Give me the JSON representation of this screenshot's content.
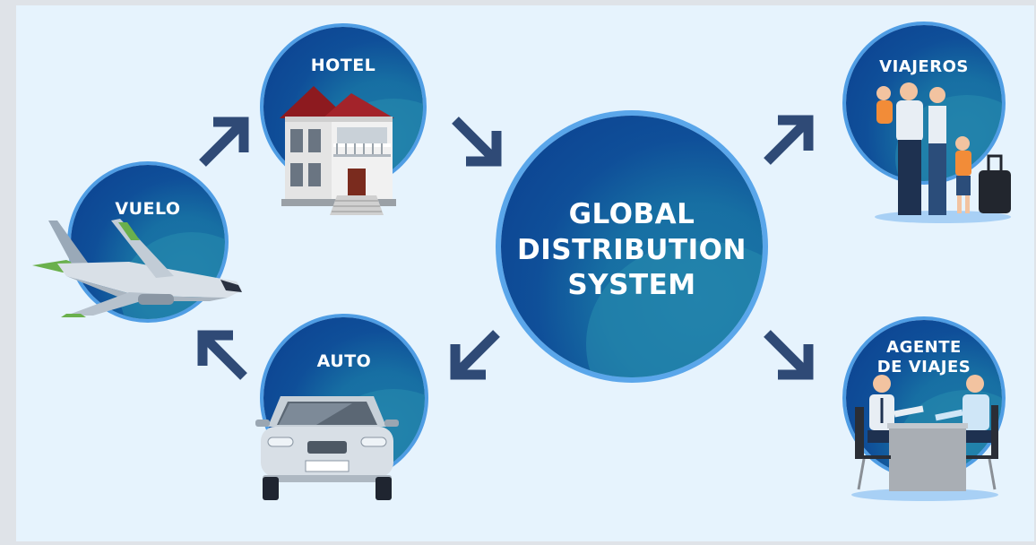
{
  "center": {
    "lines": [
      "GLOBAL",
      "DISTRIBUTION",
      "SYSTEM"
    ]
  },
  "nodes": {
    "hotel": "HOTEL",
    "vuelo": "VUELO",
    "auto": "AUTO",
    "viajeros": "VIAJEROS",
    "agente": [
      "AGENTE",
      "DE VIAJES"
    ]
  },
  "colors": {
    "background": "#e6f3fd",
    "circle_dark": "#0b3f8f",
    "circle_ring": "#4f9de4",
    "arrow": "#2f4a76",
    "label": "#ffffff"
  },
  "icons": [
    "airplane-icon",
    "hotel-building-icon",
    "car-icon",
    "family-travelers-icon",
    "travel-agent-meeting-icon"
  ]
}
